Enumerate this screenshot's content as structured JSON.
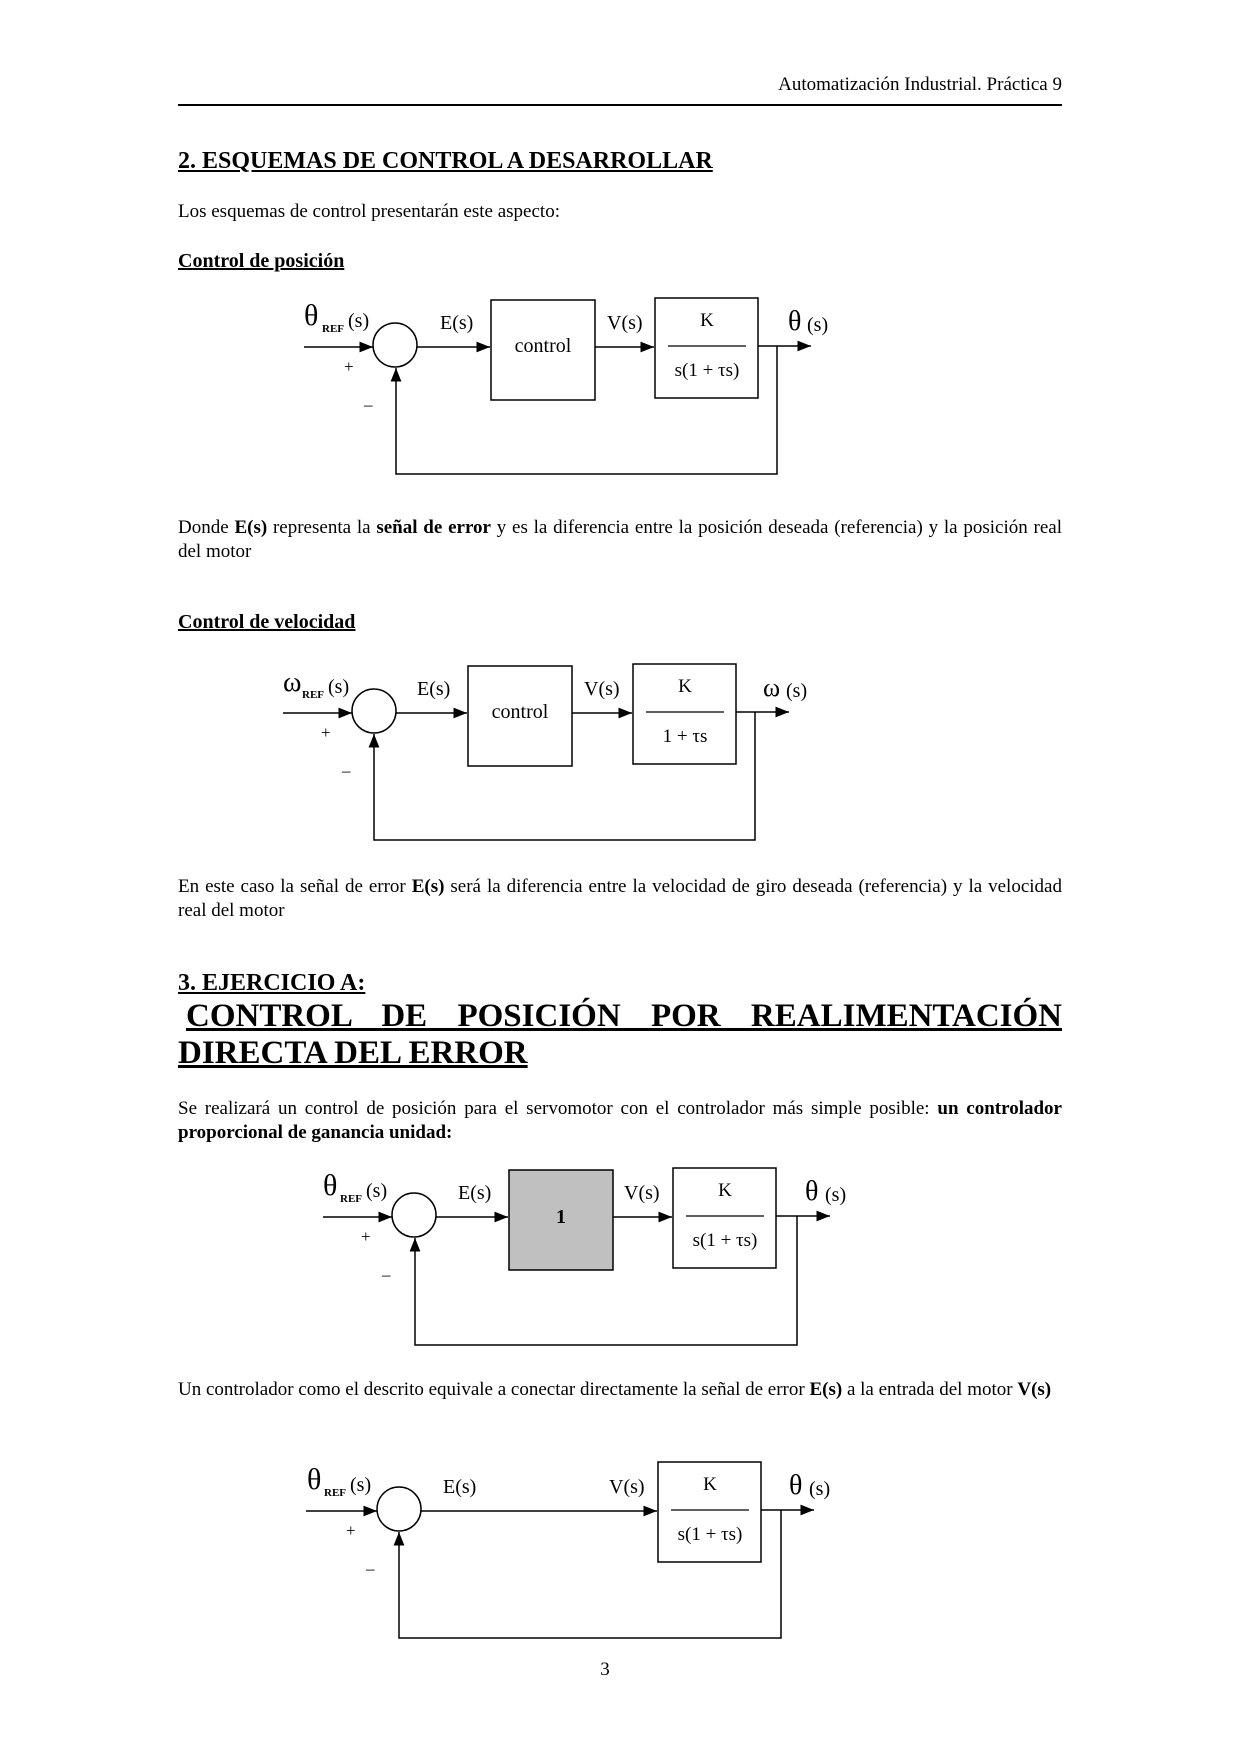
{
  "header": {
    "running_title": "Automatización Industrial. Práctica 9"
  },
  "section2": {
    "title": "2. ESQUEMAS DE CONTROL A DESARROLLAR",
    "intro": "Los esquemas de control presentarán este aspecto:",
    "position": {
      "heading": "Control de posición",
      "desc": {
        "a": "Donde ",
        "b": "E(s)",
        "c": " representa la ",
        "d": "señal de error",
        "e": " y es la diferencia entre la posición deseada (referencia) y la posición real del motor"
      }
    },
    "velocity": {
      "heading": "Control de velocidad",
      "desc": {
        "a": "En este caso la señal de error ",
        "b": "E(s)",
        "c": " será la diferencia entre la velocidad de giro deseada (referencia) y la velocidad real del motor"
      }
    }
  },
  "section3": {
    "label": "3. EJERCICIO A:",
    "title_line1": "CONTROL DE POSICIÓN POR REALIMENTACIÓN",
    "title_line2": "DIRECTA DEL ERROR",
    "para1": {
      "a": "Se realizará un control de posición para el servomotor con el controlador más simple posible: ",
      "b": "un controlador proporcional de ganancia unidad:"
    },
    "para2": {
      "a": "Un controlador como el descrito equivale a conectar directamente la señal de error ",
      "b": "E(s)",
      "c": " a la entrada del motor ",
      "d": "V(s)"
    }
  },
  "diagrams": {
    "d1": {
      "ref_sym": "θ",
      "ref_sub": "REF",
      "ref_s": "(s)",
      "plus": "+",
      "minus": "–",
      "error": "E(s)",
      "controller": "control",
      "v": "V(s)",
      "num": "K",
      "den": "s(1 + τs)",
      "out_sym": "θ",
      "out_s": "(s)"
    },
    "d2": {
      "ref_sym": "ω",
      "ref_sub": "REF",
      "ref_s": "(s)",
      "plus": "+",
      "minus": "–",
      "error": "E(s)",
      "controller": "control",
      "v": "V(s)",
      "num": "K",
      "den": "1 + τs",
      "out_sym": "ω",
      "out_s": "(s)"
    },
    "d3": {
      "ref_sym": "θ",
      "ref_sub": "REF",
      "ref_s": "(s)",
      "plus": "+",
      "minus": "–",
      "error": "E(s)",
      "controller": "1",
      "controller_fill": "#c0c0c0",
      "v": "V(s)",
      "num": "K",
      "den": "s(1 + τs)",
      "out_sym": "θ",
      "out_s": "(s)"
    },
    "d4": {
      "ref_sym": "θ",
      "ref_sub": "REF",
      "ref_s": "(s)",
      "plus": "+",
      "minus": "–",
      "error": "E(s)",
      "v": "V(s)",
      "num": "K",
      "den": "s(1 + τs)",
      "out_sym": "θ",
      "out_s": "(s)"
    }
  },
  "page_number": "3"
}
